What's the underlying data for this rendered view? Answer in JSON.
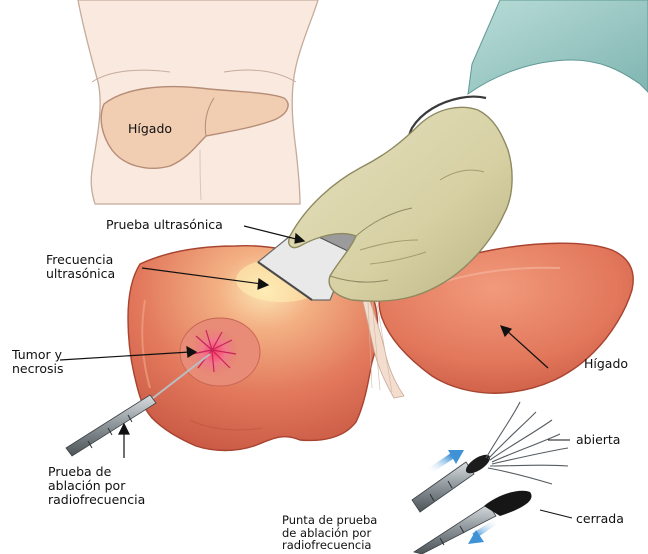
{
  "labels": {
    "body_liver": "Hígado",
    "ultrasonic_probe": "Prueba ultrasónica",
    "ultrasonic_frequency": [
      "Frecuencia",
      "ultrasónica"
    ],
    "tumor_necrosis": [
      "Tumor y",
      "necrosis"
    ],
    "rf_probe": [
      "Prueba de",
      "ablación por",
      "radiofrecuencia"
    ],
    "liver": "Hígado",
    "open": "abierta",
    "closed": "cerrada",
    "probe_tip": [
      "Punta de prueba",
      "de ablación por",
      "radiofrecuencia"
    ]
  },
  "colors": {
    "liver": "#dd6e52",
    "liver_highlight": "#f6c28e",
    "glove": "#d8d3a6",
    "skin": "#f7e4d8",
    "arrow_blue": "#4b9bd9"
  }
}
